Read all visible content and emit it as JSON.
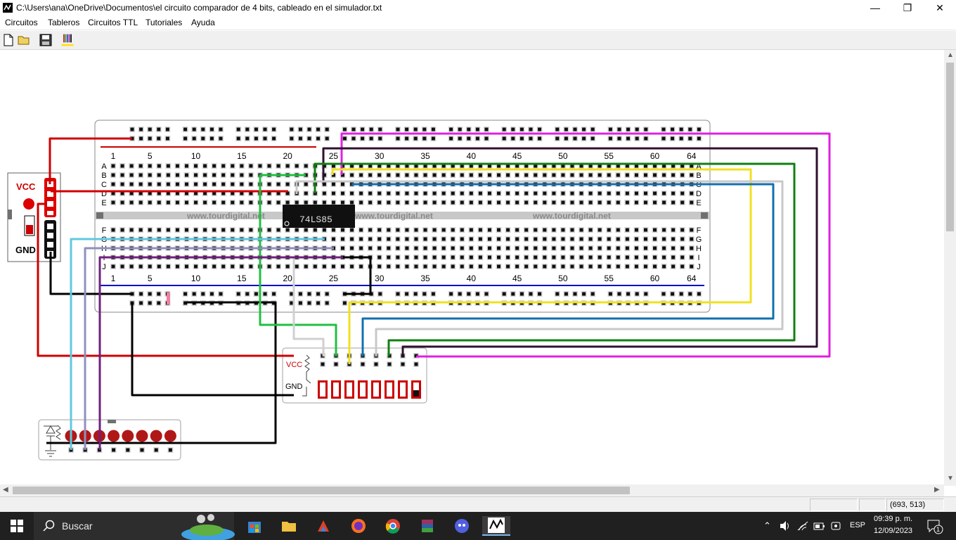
{
  "window": {
    "title": "C:\\Users\\ana\\OneDrive\\Documentos\\el circuito comparador de 4 bits, cableado en el simulador.txt",
    "minimize": "—",
    "maximize": "❐",
    "close": "✕"
  },
  "menu": {
    "items": [
      "Circuitos",
      "Tableros",
      "Circuitos TTL",
      "Tutoriales",
      "Ayuda"
    ]
  },
  "toolbar": {
    "icons": [
      "new-file-icon",
      "open-folder-icon",
      "save-disk-icon",
      "wire-colors-icon"
    ]
  },
  "breadboard": {
    "column_numbers": [
      "1",
      "5",
      "10",
      "15",
      "20",
      "25",
      "30",
      "35",
      "40",
      "45",
      "50",
      "55",
      "60",
      "64"
    ],
    "rows_top": [
      "A",
      "B",
      "C",
      "D",
      "E"
    ],
    "rows_bottom": [
      "F",
      "G",
      "H",
      "I",
      "J"
    ],
    "watermark": "www.tourdigital.net",
    "chip_label": "74LS85"
  },
  "power_module": {
    "vcc_label": "VCC",
    "gnd_label": "GND"
  },
  "switch_module": {
    "vcc_label": "VCC",
    "gnd_label": "GND",
    "switch_count": 8
  },
  "led_module": {
    "led_count": 8
  },
  "statusbar": {
    "coords": "(693, 513)"
  },
  "taskbar": {
    "search_label": "Buscar",
    "language": "ESP",
    "time": "09:39 p. m.",
    "date": "12/09/2023",
    "notification_count": "1"
  },
  "colors": {
    "vcc_wire": "#d00000",
    "gnd_wire": "#000000",
    "rail_red": "#cc0000",
    "rail_blue": "#0000cc",
    "wire_magenta": "#e020e0",
    "wire_darkpurple": "#301030",
    "wire_green": "#108010",
    "wire_yellow": "#f0e020",
    "wire_lightgray": "#c8c8c8",
    "wire_blue": "#1070b0",
    "wire_lightgreen": "#20c040",
    "wire_cyan": "#60c8e0",
    "wire_lavender": "#9090c0",
    "wire_purple": "#702080"
  }
}
